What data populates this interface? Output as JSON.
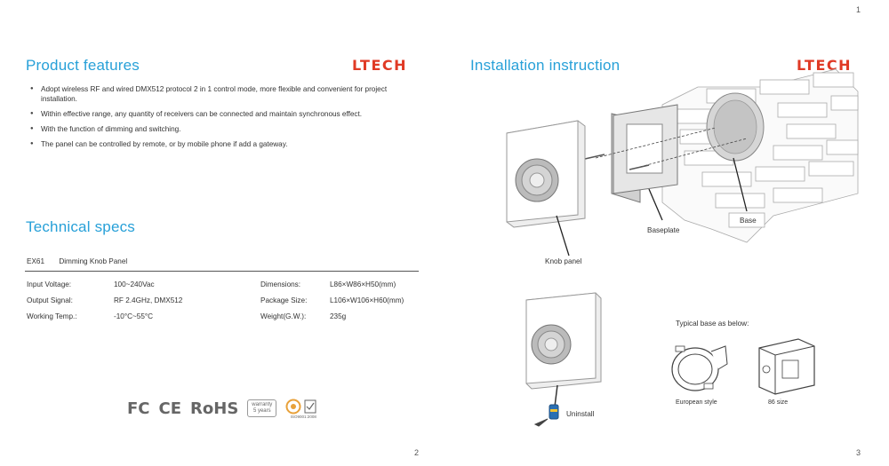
{
  "page_numbers": {
    "top_right": "1",
    "left": "2",
    "right": "3"
  },
  "brand": "LTECH",
  "left_page": {
    "features_title": "Product features",
    "features": [
      "Adopt wireless RF and wired DMX512 protocol 2 in 1 control mode, more flexible and convenient for project installation.",
      "Within effective range, any quantity of receivers can be connected and maintain synchronous effect.",
      "With the function of dimming and switching.",
      "The panel can be controlled by remote, or by mobile phone if add a gateway."
    ],
    "specs_title": "Technical specs",
    "model": "EX61",
    "model_name": "Dimming Knob Panel",
    "specs_left": [
      {
        "label": "Input Voltage:",
        "value": "100~240Vac"
      },
      {
        "label": "Output Signal:",
        "value": "RF 2.4GHz, DMX512"
      },
      {
        "label": "Working Temp.:",
        "value": "-10°C~55°C"
      }
    ],
    "specs_right": [
      {
        "label": "Dimensions:",
        "value": "L86×W86×H50(mm)"
      },
      {
        "label": "Package Size:",
        "value": "L106×W106×H60(mm)"
      },
      {
        "label": "Weight(G.W.):",
        "value": "235g"
      }
    ],
    "certifications": {
      "fc": "FC",
      "ce": "CE",
      "rohs": "RoHS",
      "warranty_line1": "warranty",
      "warranty_line2": "5 years",
      "iso": "ISO9001:2008"
    }
  },
  "right_page": {
    "title": "Installation instruction",
    "labels": {
      "knob_panel": "Knob panel",
      "baseplate": "Baseplate",
      "base": "Base",
      "uninstall": "Uninstall",
      "typical_base": "Typical base as below:",
      "european": "European style",
      "size86": "86 size"
    }
  }
}
